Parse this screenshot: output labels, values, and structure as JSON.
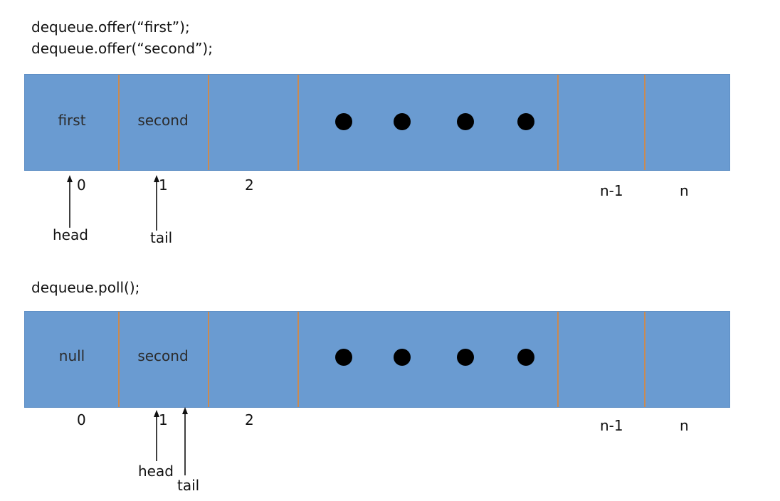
{
  "top": {
    "code_lines": [
      "dequeue.offer(“first”);",
      "dequeue.offer(“second”);"
    ],
    "cells": [
      "first",
      "second"
    ],
    "indices": [
      "0",
      "1",
      "2",
      "n-1",
      "n"
    ],
    "pointers": {
      "head": "head",
      "tail": "tail"
    }
  },
  "bottom": {
    "code_lines": [
      "dequeue.poll();"
    ],
    "cells": [
      "null",
      "second"
    ],
    "indices": [
      "0",
      "1",
      "2",
      "n-1",
      "n"
    ],
    "pointers": {
      "head": "head",
      "tail": "tail"
    }
  },
  "colors": {
    "band": "#6a9bd1",
    "divider": "#c98a52",
    "dot": "#000000"
  }
}
